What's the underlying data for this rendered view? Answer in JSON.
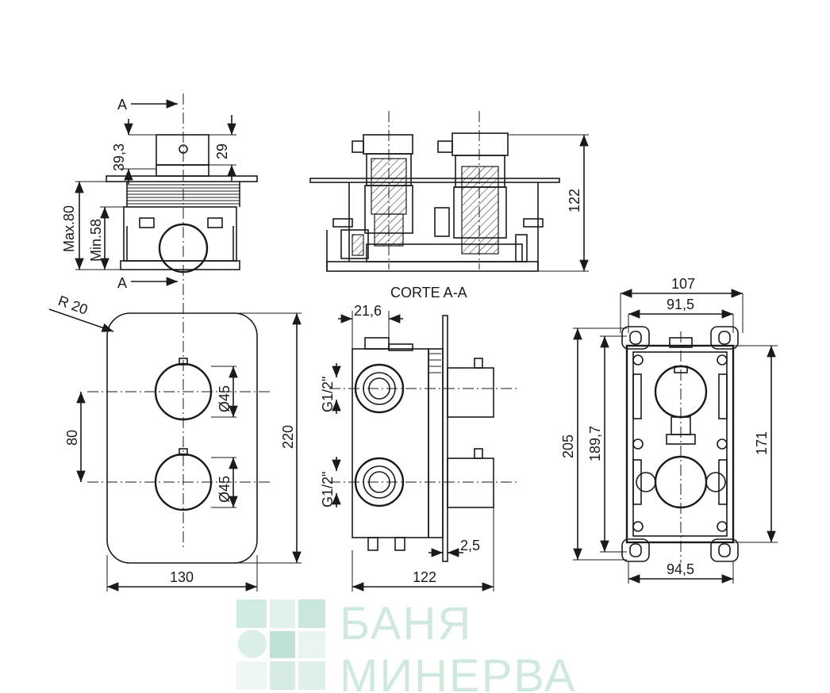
{
  "section_label": "CORTE A-A",
  "section_marker": "A",
  "top_view": {
    "dim_top_height": "39,3",
    "dim_handle_height": "29",
    "dim_max": "Max.80",
    "dim_min": "Min.58"
  },
  "front_view": {
    "corner_radius": "R 20",
    "knob_diameter": "Ø45",
    "knob_spacing": "80",
    "height": "220",
    "width": "130"
  },
  "section_view": {
    "height": "122"
  },
  "side_view": {
    "dim_offset": "21,6",
    "thread": "G1/2\"",
    "plate": "2,5",
    "depth": "122"
  },
  "box_view": {
    "width_outer": "107",
    "width_inner": "91,5",
    "width_bottom": "94,5",
    "height_outer": "205",
    "height_inner": "189,7",
    "height_holes": "171"
  },
  "watermark": {
    "line1": "БАНЯ",
    "line2": "МИНЕРВА",
    "color": "#cfe9dd"
  }
}
